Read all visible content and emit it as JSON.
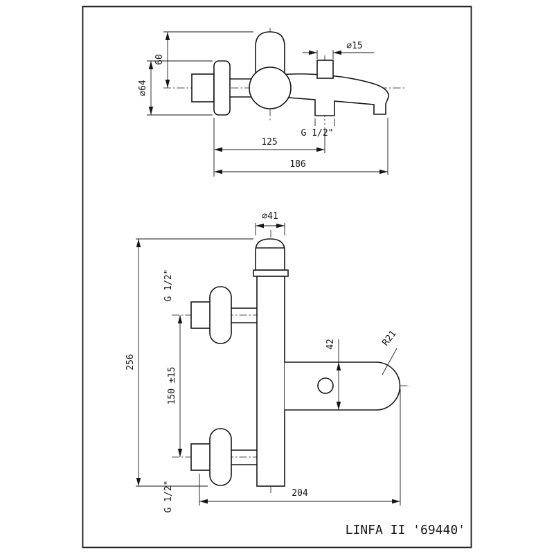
{
  "sheet": {
    "title": "LINFA II '69440'",
    "ink_color": "#161616",
    "paper_color": "#ffffff"
  },
  "top_view": {
    "dim_handle_height": "60",
    "dim_escutcheon_diameter": "∅64",
    "dim_knob_diameter": "∅15",
    "thread_label": "G 1/2\"",
    "dim_wall_to_outlet": "125",
    "dim_wall_to_spout_tip": "186"
  },
  "front_view": {
    "dim_top_diameter": "∅41",
    "thread_label_top": "G 1/2\"",
    "dim_total_height": "256",
    "dim_inlet_spacing": "150 ±15",
    "dim_handle_thickness": "42",
    "dim_handle_radius": "R21",
    "thread_label_bottom": "G 1/2\"",
    "dim_total_depth": "204"
  }
}
